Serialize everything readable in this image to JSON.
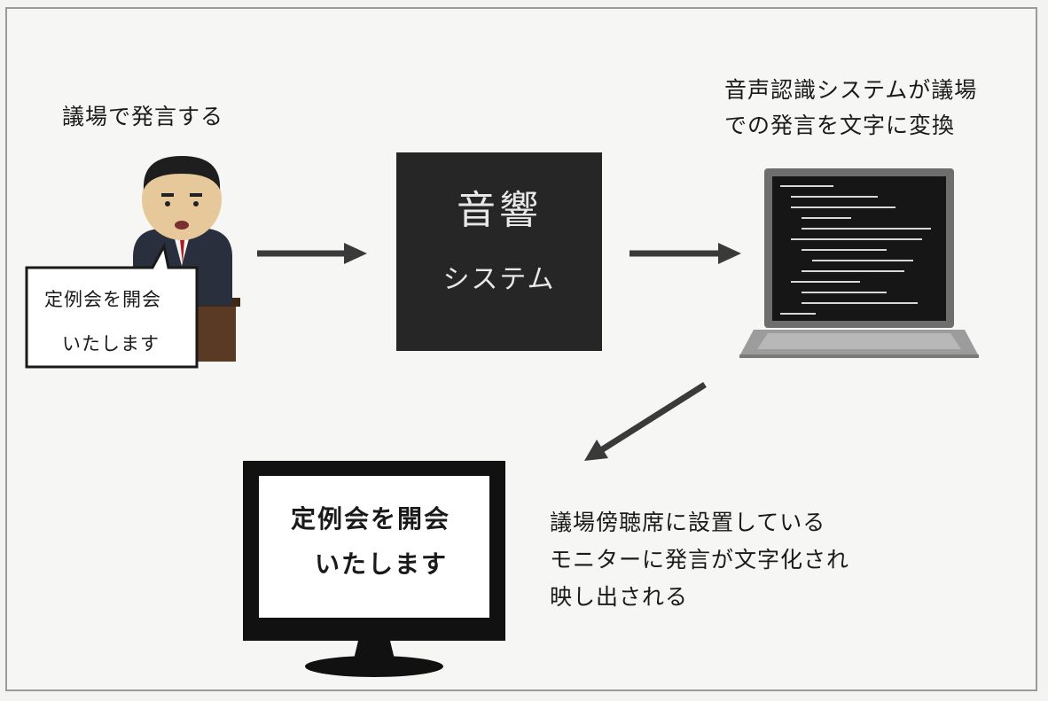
{
  "speaker": {
    "label": "議場で発言する",
    "speech_line1": "定例会を開会",
    "speech_line2": "いたします"
  },
  "sound_system": {
    "title": "音響",
    "subtitle": "システム"
  },
  "recognition": {
    "line1": "音声認識システムが議場",
    "line2": "での発言を文字に変換"
  },
  "monitor": {
    "line1": "定例会を開会",
    "line2": "いたします"
  },
  "gallery": {
    "line1": "議場傍聴席に設置している",
    "line2": "モニターに発言が文字化され",
    "line3": "映し出される"
  }
}
